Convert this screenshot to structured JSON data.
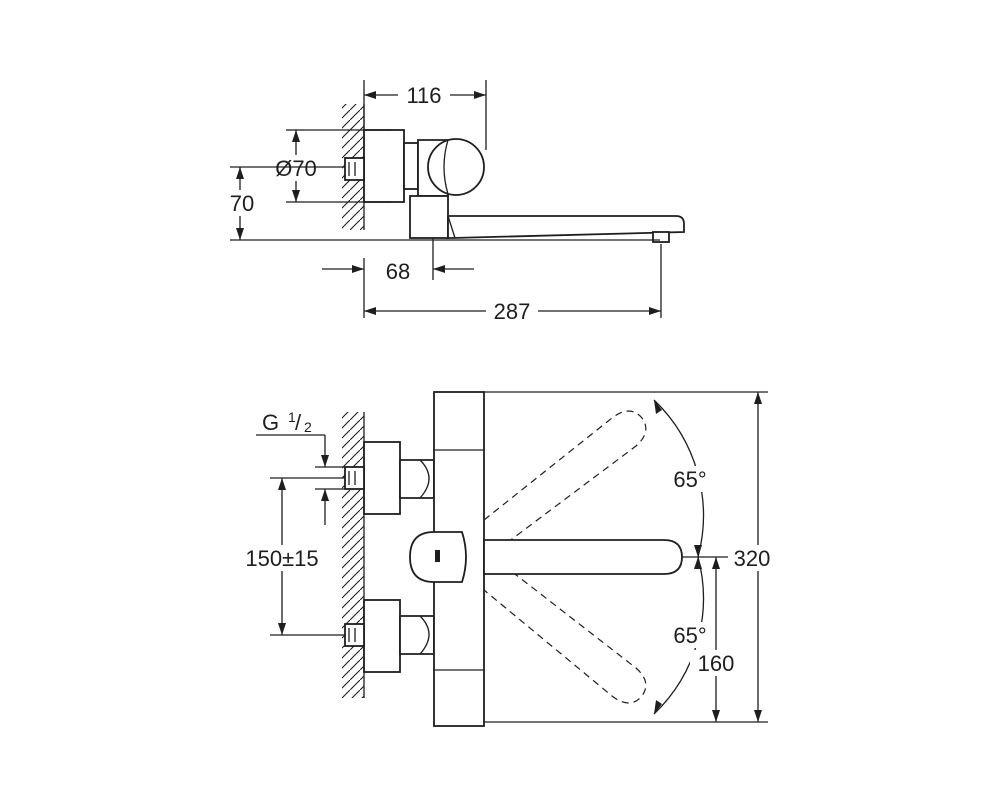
{
  "side_view": {
    "dim_depth": "116",
    "dim_rosette_diameter": "Ø70",
    "dim_height": "70",
    "dim_offset": "68",
    "dim_spout_reach": "287"
  },
  "front_view": {
    "dim_connection_thread_main": "G",
    "dim_connection_thread_numerator": "1",
    "dim_connection_thread_denominator": "2",
    "dim_inlet_spacing": "150±15",
    "dim_swivel_upper": "65°",
    "dim_swivel_lower": "65°",
    "dim_total_height": "320",
    "dim_spout_height": "160"
  }
}
